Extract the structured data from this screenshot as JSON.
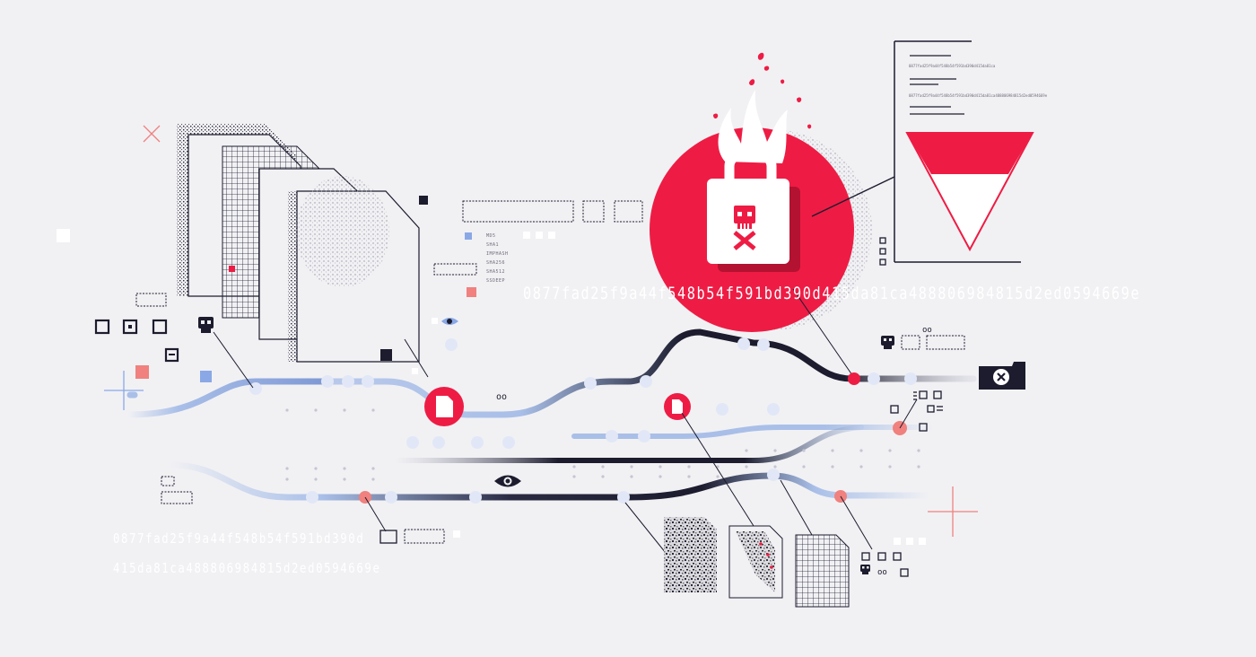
{
  "hex_strings": {
    "middle": "0877fad25f9a44f548b54f591bd390d415da81ca488806984815d2ed0594669e",
    "left_line1": "0877fad25f9a44f548b54f591bd390d",
    "left_line2": "415da81ca488806984815d2ed0594669e"
  },
  "hash_types": [
    "MD5",
    "SHA1",
    "IMPHASH",
    "SHA256",
    "SHA512",
    "SSDEEP"
  ],
  "report": {
    "hash_line_1": "0877fad25f9a44f548b54f591bd390d415da81ca",
    "hash_line_2": "0877fad25f9a44f548b54f591bd390d415da81ca488806984815d2ed0594669e"
  },
  "icons": {
    "main": "burning-padlock-skull-icon",
    "nodes": [
      "file-icon",
      "file-icon",
      "eye-icon",
      "eye-icon",
      "skull-icon",
      "skull-icon",
      "skull-icon",
      "close-circle-icon"
    ]
  },
  "colors": {
    "background": "#f1f1f4",
    "accent_red": "#ee1c44",
    "dark_navy": "#1c1c2e",
    "light_blue": "#a9bfe8",
    "salmon": "#f0817e"
  }
}
